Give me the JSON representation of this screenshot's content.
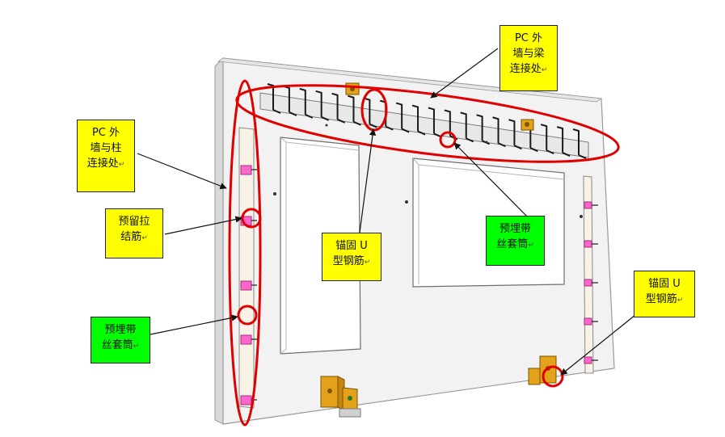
{
  "colors": {
    "callout_yellow": "#ffff00",
    "callout_green": "#00ff00",
    "highlight_red": "#e00000",
    "panel_fill": "#f2f2f2",
    "panel_edge": "#9a9a9a",
    "rebar": "#1a1a1a",
    "connector_pink": "#ff66cc",
    "lifting_orange": "#e3a21a"
  },
  "return_mark": "↵",
  "labels": {
    "wall_beam": {
      "lines": [
        "PC  外",
        "墙与梁",
        "连接处"
      ]
    },
    "wall_column": {
      "lines": [
        "PC  外",
        "墙与柱",
        "连接处"
      ]
    },
    "tie_bar": {
      "lines": [
        "预留拉",
        "结筋"
      ]
    },
    "sleeve_top": {
      "lines": [
        "预埋带",
        "丝套筒"
      ]
    },
    "sleeve_left": {
      "lines": [
        "预埋带",
        "丝套筒"
      ]
    },
    "u_bar_center": {
      "lines": [
        "锚固 U",
        "型钢筋"
      ]
    },
    "u_bar_right": {
      "lines": [
        "锚固 U",
        "型钢筋"
      ]
    }
  }
}
